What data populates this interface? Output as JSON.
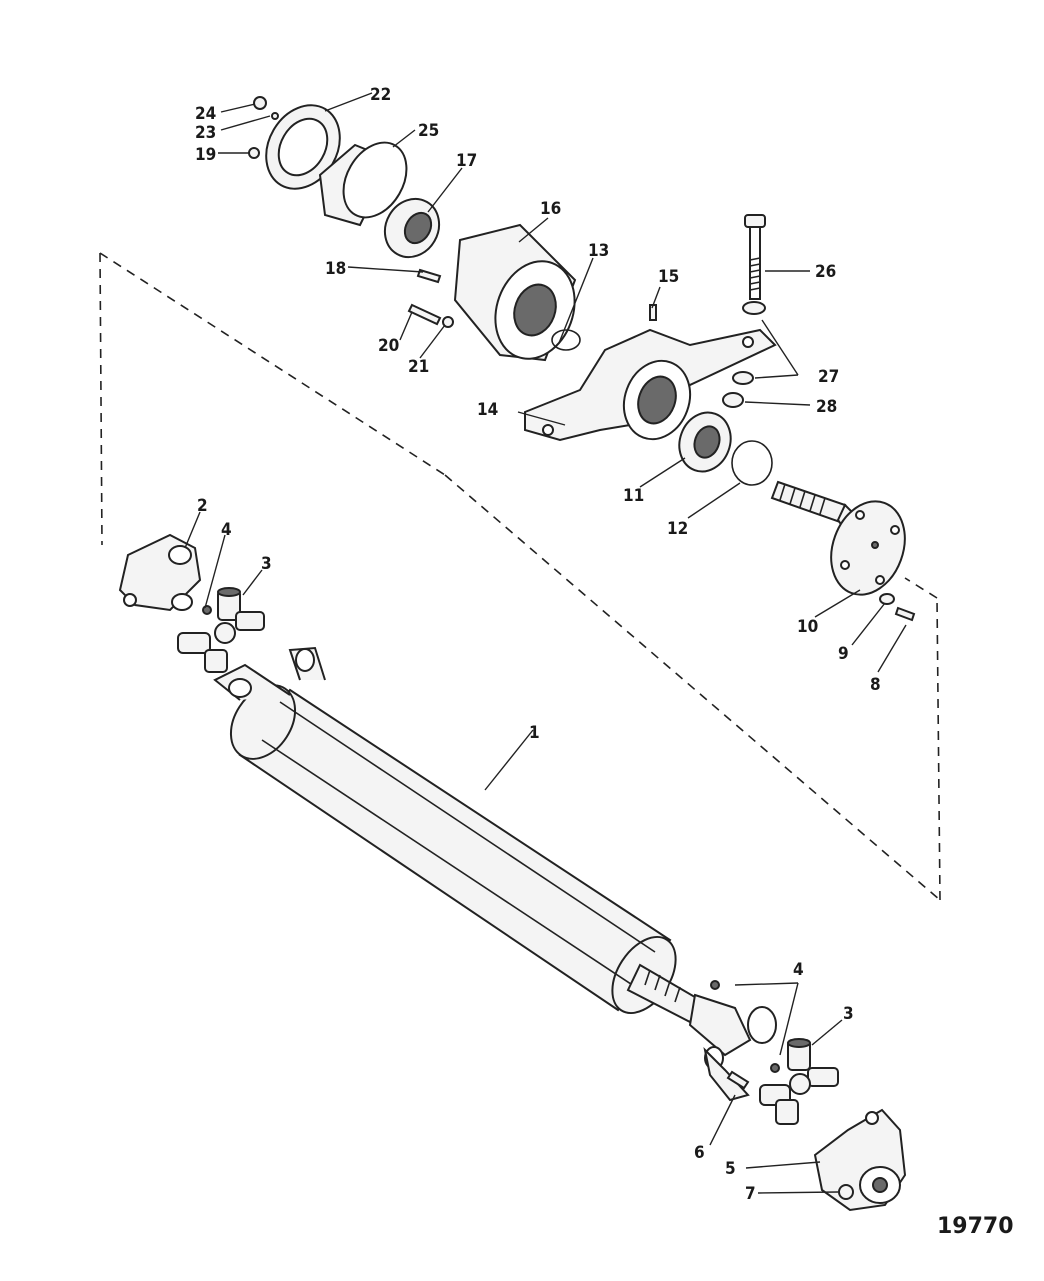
{
  "diagram": {
    "reference_number": "19770",
    "callouts": {
      "c1": "1",
      "c2": "2",
      "c3a": "3",
      "c3b": "3",
      "c4a": "4",
      "c4b": "4",
      "c5": "5",
      "c6": "6",
      "c7": "7",
      "c8": "8",
      "c9": "9",
      "c10": "10",
      "c11": "11",
      "c12": "12",
      "c13": "13",
      "c14": "14",
      "c15": "15",
      "c16": "16",
      "c17": "17",
      "c18": "18",
      "c19": "19",
      "c20": "20",
      "c21": "21",
      "c22": "22",
      "c23": "23",
      "c24": "24",
      "c25": "25",
      "c26": "26",
      "c27": "27",
      "c28": "28"
    }
  }
}
